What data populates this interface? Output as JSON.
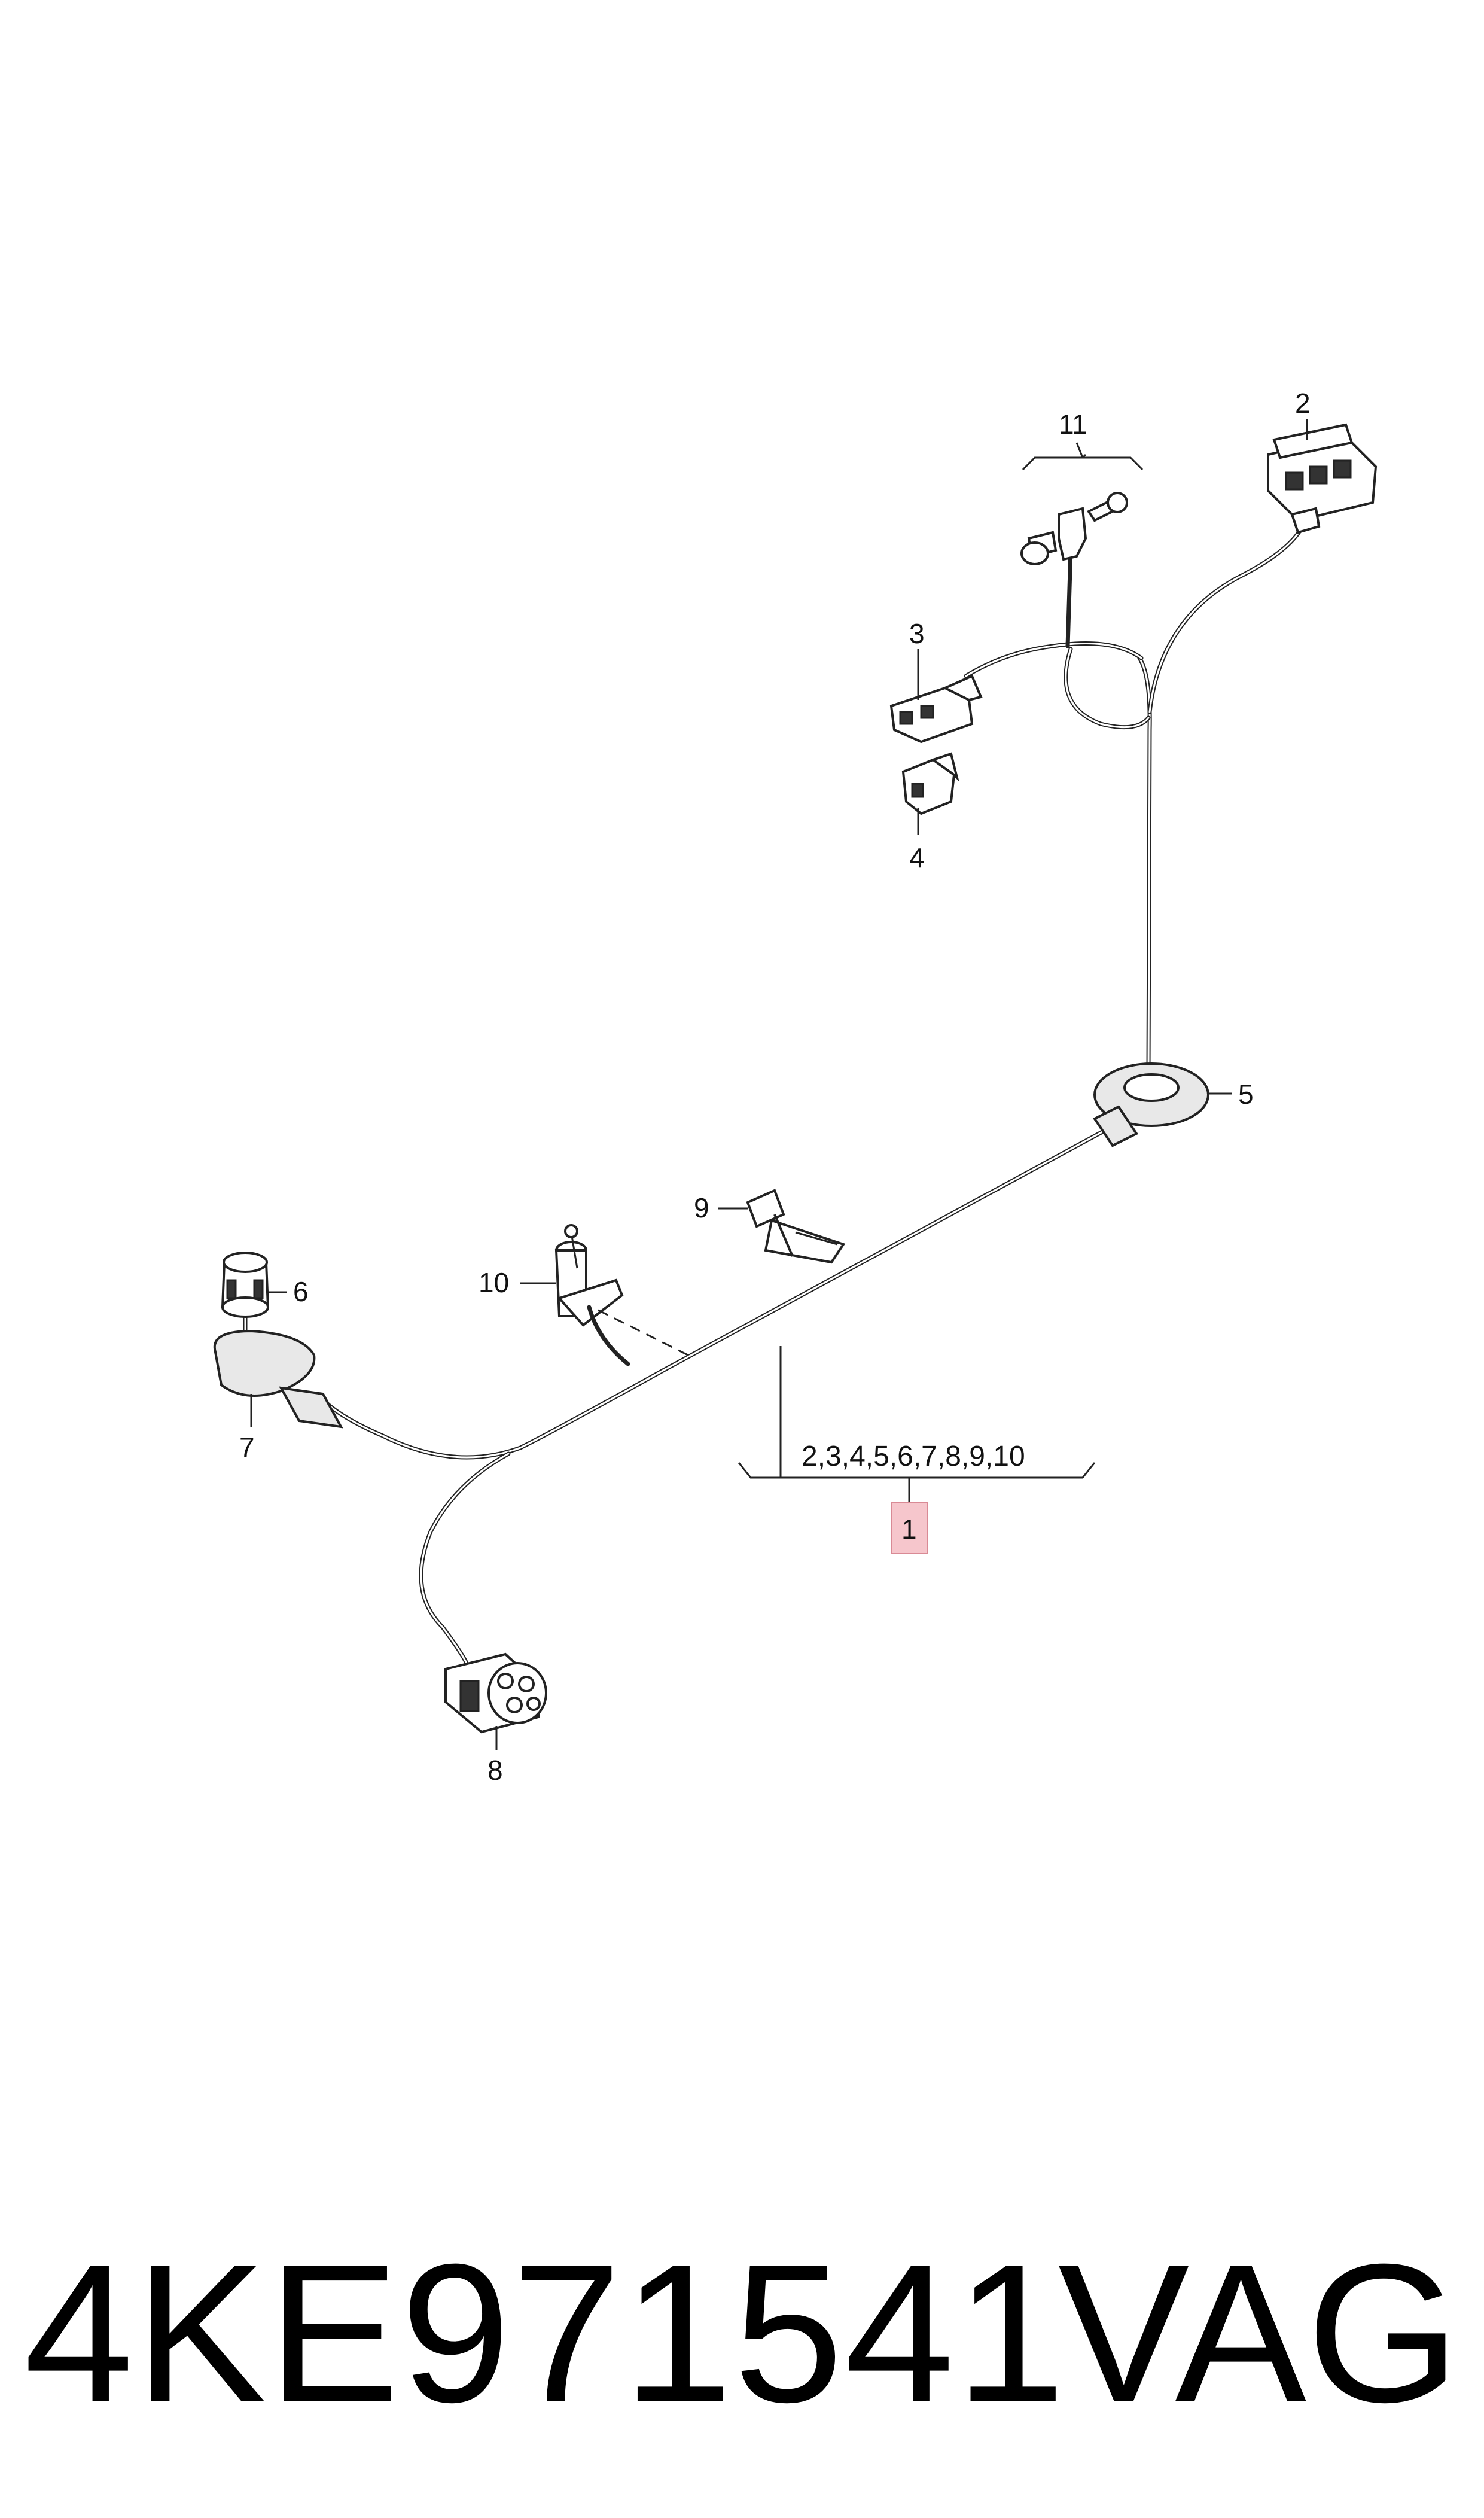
{
  "diagram": {
    "callouts": {
      "c1": "1",
      "c2": "2",
      "c3": "3",
      "c4": "4",
      "c5": "5",
      "c6": "6",
      "c7": "7",
      "c8": "8",
      "c9": "9",
      "c10": "10",
      "c11": "11"
    },
    "group_label": "2,3,4,5,6,7,8,9,10",
    "highlight_color": "#f6c6cc"
  },
  "footer": {
    "part_number": "4KE971541",
    "brand": "VAG"
  }
}
